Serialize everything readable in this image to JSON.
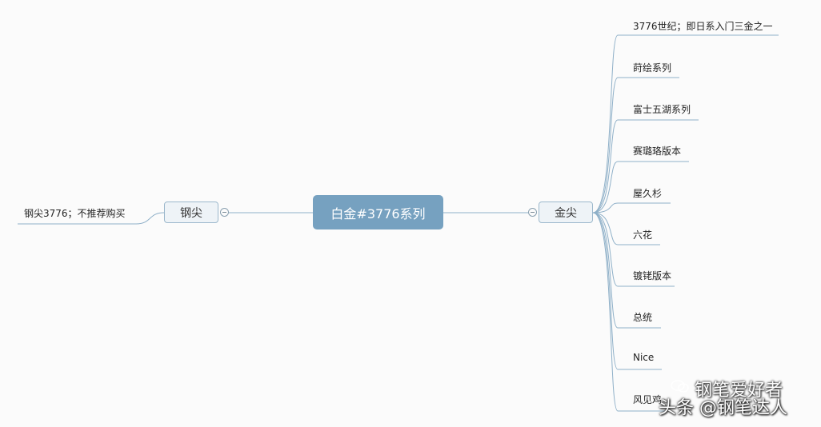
{
  "mindmap": {
    "center": "白金#3776系列",
    "left_branch": {
      "label": "钢尖",
      "children": [
        "钢尖3776；不推荐购买"
      ]
    },
    "right_branch": {
      "label": "金尖",
      "children": [
        "3776世纪；即日系入门三金之一",
        "莳绘系列",
        "富士五湖系列",
        "赛璐珞版本",
        "屋久杉",
        "六花",
        "镀铑版本",
        "总统",
        "Nice",
        "风见鸡"
      ]
    }
  },
  "watermark": {
    "line1": "钢笔爱好者",
    "line2": "头条 @钢笔达人"
  },
  "colors": {
    "connector": "#8fb0c8",
    "center_fill": "#76a1c0",
    "branch_fill": "#eef3f7",
    "branch_border": "#9cb8cc"
  }
}
